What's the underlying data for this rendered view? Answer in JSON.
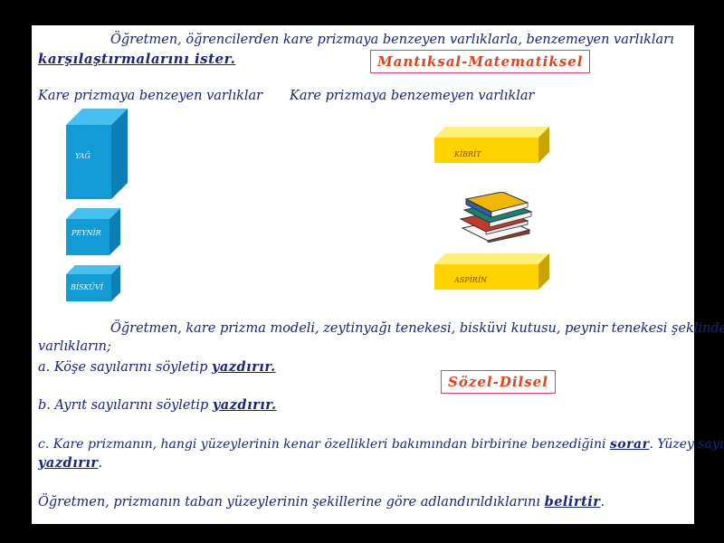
{
  "intro": {
    "line1": "Öğretmen, öğrencilerden kare prizmaya benzeyen varlıklarla, benzemeyen varlıkları",
    "line2_keyword": "karşılaştırmalarını ister."
  },
  "tags": {
    "logical": "Mantıksal-Matematiksel",
    "verbal": "Sözel-Dilsel"
  },
  "headings": {
    "similar": "Kare prizmaya benzeyen varlıklar",
    "different": "Kare prizmaya benzemeyen varlıklar"
  },
  "objects": {
    "similar": [
      "YAĞ",
      "PEYNİR",
      "BİSKÜVİ"
    ],
    "different": [
      "KİBRİT",
      "ASPİRİN"
    ]
  },
  "books_icon": "books-stack-icon",
  "colors": {
    "text": "#1a237e",
    "tag_text": "#e8401c",
    "tag_border": "#e0407a",
    "cube_blue": "#139bd6",
    "cube_yellow": "#ffd200"
  },
  "task": {
    "intro_a": "Öğretmen, kare prizma modeli, zeytinyağı tenekesi, bisküvi kutusu, peynir tenekesi şeklindeki",
    "intro_b": "varlıkların;",
    "a_text": "a. Köşe sayılarını söyletip ",
    "a_kw": "yazdırır.",
    "b_text": "b. Ayrıt sayılarını söyletip ",
    "b_kw": "yazdırır.",
    "c_text": "c. Kare prizmanın, hangi yüzeylerinin kenar özellikleri bakımından birbirine benzediğini ",
    "c_kw1": "sorar",
    "c_mid": ". Yüzey sayılarını",
    "c_kw2": "yazdırır",
    "c_end": "."
  },
  "final": {
    "text": "Öğretmen, prizmanın taban yüzeylerinin şekillerine göre adlandırıldıklarını ",
    "kw": "belirtir",
    "end": "."
  }
}
